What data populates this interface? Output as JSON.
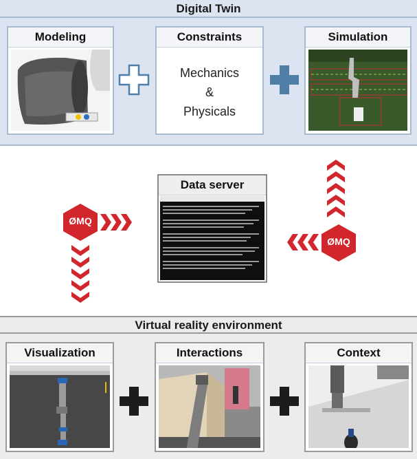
{
  "digital_twin": {
    "title": "Digital Twin",
    "modeling": {
      "title": "Modeling"
    },
    "constraints": {
      "title": "Constraints",
      "line1": "Mechanics",
      "line2": "&",
      "line3": "Physicals"
    },
    "simulation": {
      "title": "Simulation"
    }
  },
  "data_server": {
    "title": "Data server"
  },
  "zmq": {
    "left_label": "ØMQ",
    "right_label": "ØMQ"
  },
  "vr": {
    "title": "Virtual reality environment",
    "visualization": {
      "title": "Visualization"
    },
    "interactions": {
      "title": "Interactions"
    },
    "context": {
      "title": "Context"
    }
  },
  "colors": {
    "accent_blue": "#4f7ea6",
    "zmq_red": "#d0262c",
    "band_bg": "#dbe4f0"
  }
}
